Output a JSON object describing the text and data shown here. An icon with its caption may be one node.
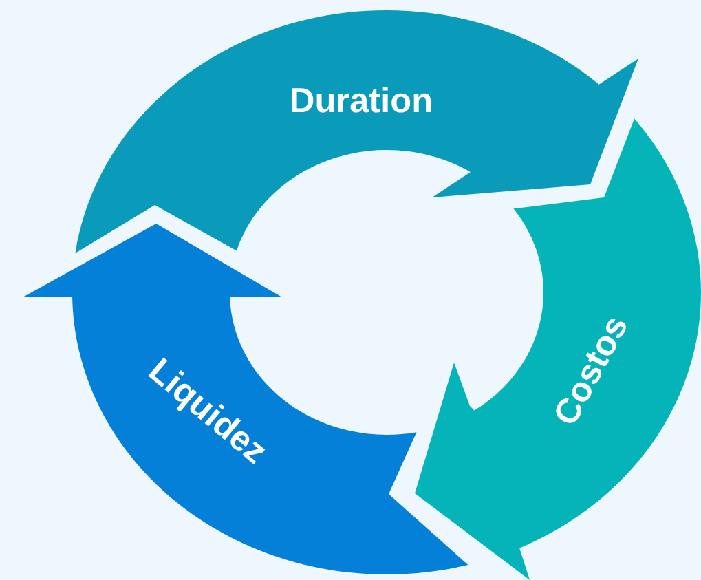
{
  "diagram": {
    "nodes": [
      {
        "text": [
          "Duration"
        ]
      },
      {
        "text": [
          "Costos"
        ]
      },
      {
        "text": [
          "Liquidez"
        ]
      }
    ]
  }
}
